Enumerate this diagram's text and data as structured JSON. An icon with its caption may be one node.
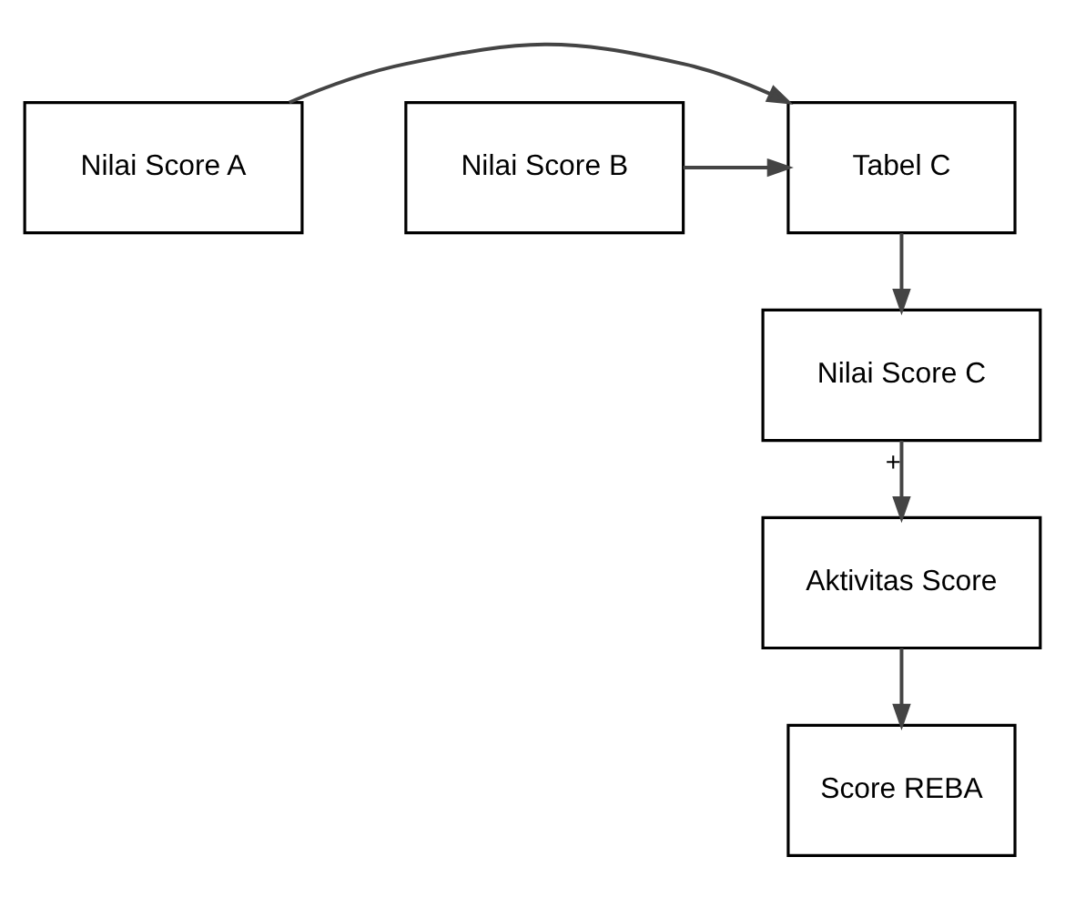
{
  "diagram": {
    "nodes": [
      {
        "text": [
          "Nilai Score A"
        ]
      },
      {
        "text": [
          "Tabel C"
        ]
      },
      {
        "text": [
          "Nilai Score B"
        ]
      },
      {
        "text": [
          "Nilai Score C"
        ]
      },
      {
        "text": [
          "Aktivitas Score"
        ]
      },
      {
        "text": [
          "Score REBA"
        ]
      }
    ],
    "edges": [
      {
        "from": 0,
        "to": 1,
        "arrow": "to"
      },
      {
        "from": 2,
        "to": 1,
        "arrow": "to"
      },
      {
        "from": 1,
        "to": 3,
        "arrow": "to"
      },
      {
        "from": 3,
        "to": 4,
        "arrow": "to",
        "label": "+"
      },
      {
        "from": 4,
        "to": 5,
        "arrow": "to"
      }
    ]
  }
}
